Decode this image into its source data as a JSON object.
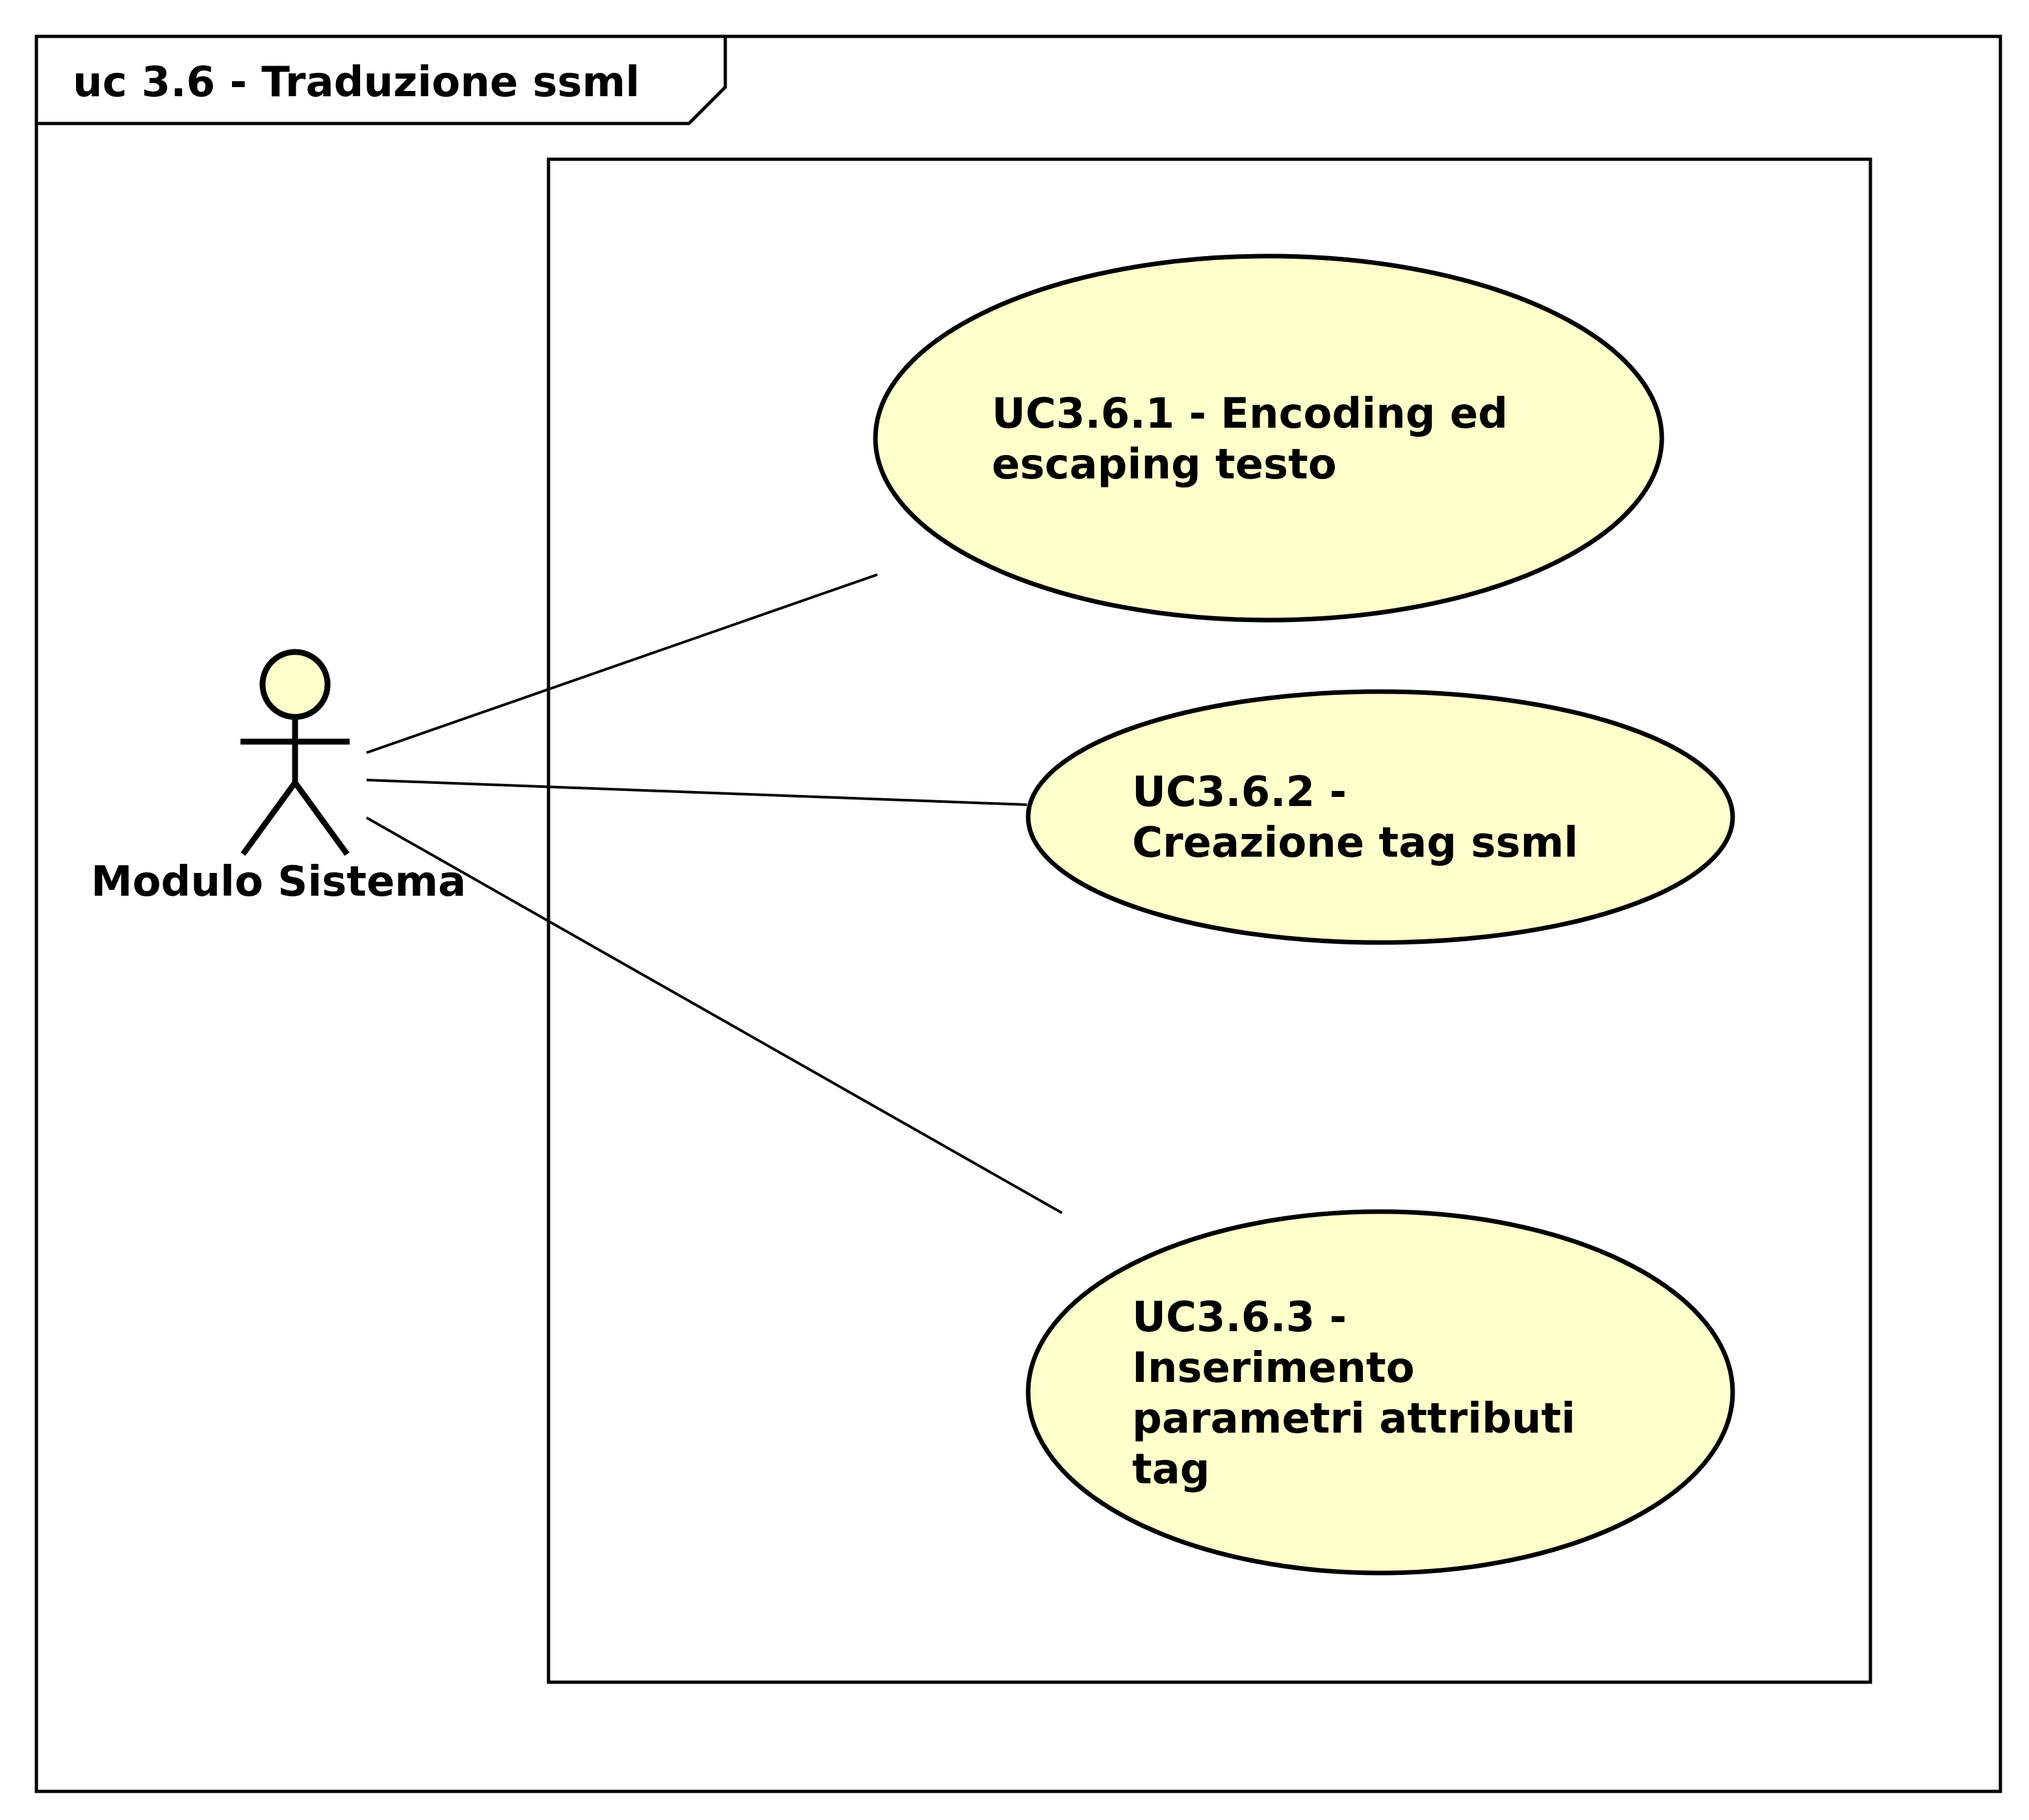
{
  "frame": {
    "title": "uc 3.6 - Traduzione ssml"
  },
  "actor": {
    "name": "Modulo Sistema",
    "icon": "stick-figure-actor-icon"
  },
  "use_cases": [
    {
      "lines": [
        "UC3.6.1 - Encoding ed",
        "escaping testo"
      ]
    },
    {
      "lines": [
        "UC3.6.2 -",
        "Creazione tag ssml"
      ]
    },
    {
      "lines": [
        "UC3.6.3 -",
        "Inserimento",
        "parametri attributi",
        "tag"
      ]
    }
  ],
  "colors": {
    "usecase_fill": "#ffffcc",
    "actor_head_fill": "#ffffcc",
    "stroke": "#000000",
    "background": "#ffffff"
  }
}
